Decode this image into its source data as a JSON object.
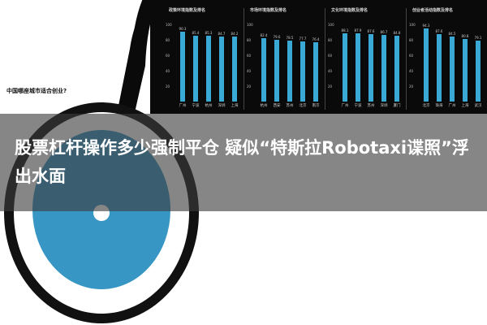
{
  "headline": "股票杠杆操作多少强制平仓 疑似“特斯拉Robotaxi谍照”浮出水面",
  "left_title": "中国哪座城市适合创业?",
  "colors": {
    "bar": "#3ba9d6",
    "panel": "#0a0a0a",
    "wheel_disk": "#3796c4"
  },
  "chart_data": [
    {
      "type": "bar",
      "title": "政策环境指数及排名",
      "categories": [
        "广州",
        "宁波",
        "杭州",
        "深圳",
        "上海"
      ],
      "values": [
        90.3,
        85.4,
        85.3,
        84.7,
        84.2
      ],
      "ylim": [
        0,
        100
      ],
      "yticks": [
        20,
        40,
        60,
        80,
        100
      ]
    },
    {
      "type": "bar",
      "title": "市场环境指数及排名",
      "categories": [
        "杭州",
        "西安",
        "苏州",
        "北京",
        "南京"
      ],
      "values": [
        82.4,
        79.6,
        78.5,
        77.7,
        76.4
      ],
      "ylim": [
        0,
        100
      ],
      "yticks": [
        20,
        40,
        60,
        80,
        100
      ]
    },
    {
      "type": "bar",
      "title": "文化环境指数及排名",
      "categories": [
        "广州",
        "宁波",
        "苏州",
        "深圳",
        "厦门"
      ],
      "values": [
        88.1,
        87.9,
        87.6,
        86.7,
        84.8
      ],
      "ylim": [
        0,
        100
      ],
      "yticks": [
        20,
        40,
        60,
        80,
        100
      ]
    },
    {
      "type": "bar",
      "title": "创业者活动指数及排名",
      "categories": [
        "北京",
        "珠海",
        "广州",
        "上海",
        "武汉"
      ],
      "values": [
        94.3,
        87.6,
        84.5,
        80.8,
        79.1
      ],
      "ylim": [
        0,
        100
      ],
      "yticks": [
        20,
        40,
        60,
        80,
        100
      ]
    }
  ]
}
